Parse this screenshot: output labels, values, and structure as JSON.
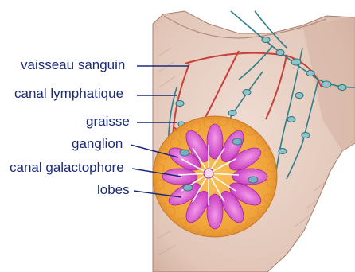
{
  "labels": {
    "blood_vessel": "vaisseau sanguin",
    "lymph_channel": "canal lymphatique",
    "fat": "graisse",
    "lymph_node": "ganglion",
    "milk_duct": "canal galactophore",
    "lobes": "lobes"
  },
  "colors": {
    "label_text": "#1c2a7a",
    "leader_line": "#1c2a7a",
    "skin": "#e7d1c6",
    "blood_vessel": "#c8403a",
    "lymph_vessel": "#2f7f8a",
    "fat": "#f0a43a",
    "lobe": "#d84fd0"
  },
  "icons": {
    "anatomy": "breast-anatomy-cross-section"
  }
}
